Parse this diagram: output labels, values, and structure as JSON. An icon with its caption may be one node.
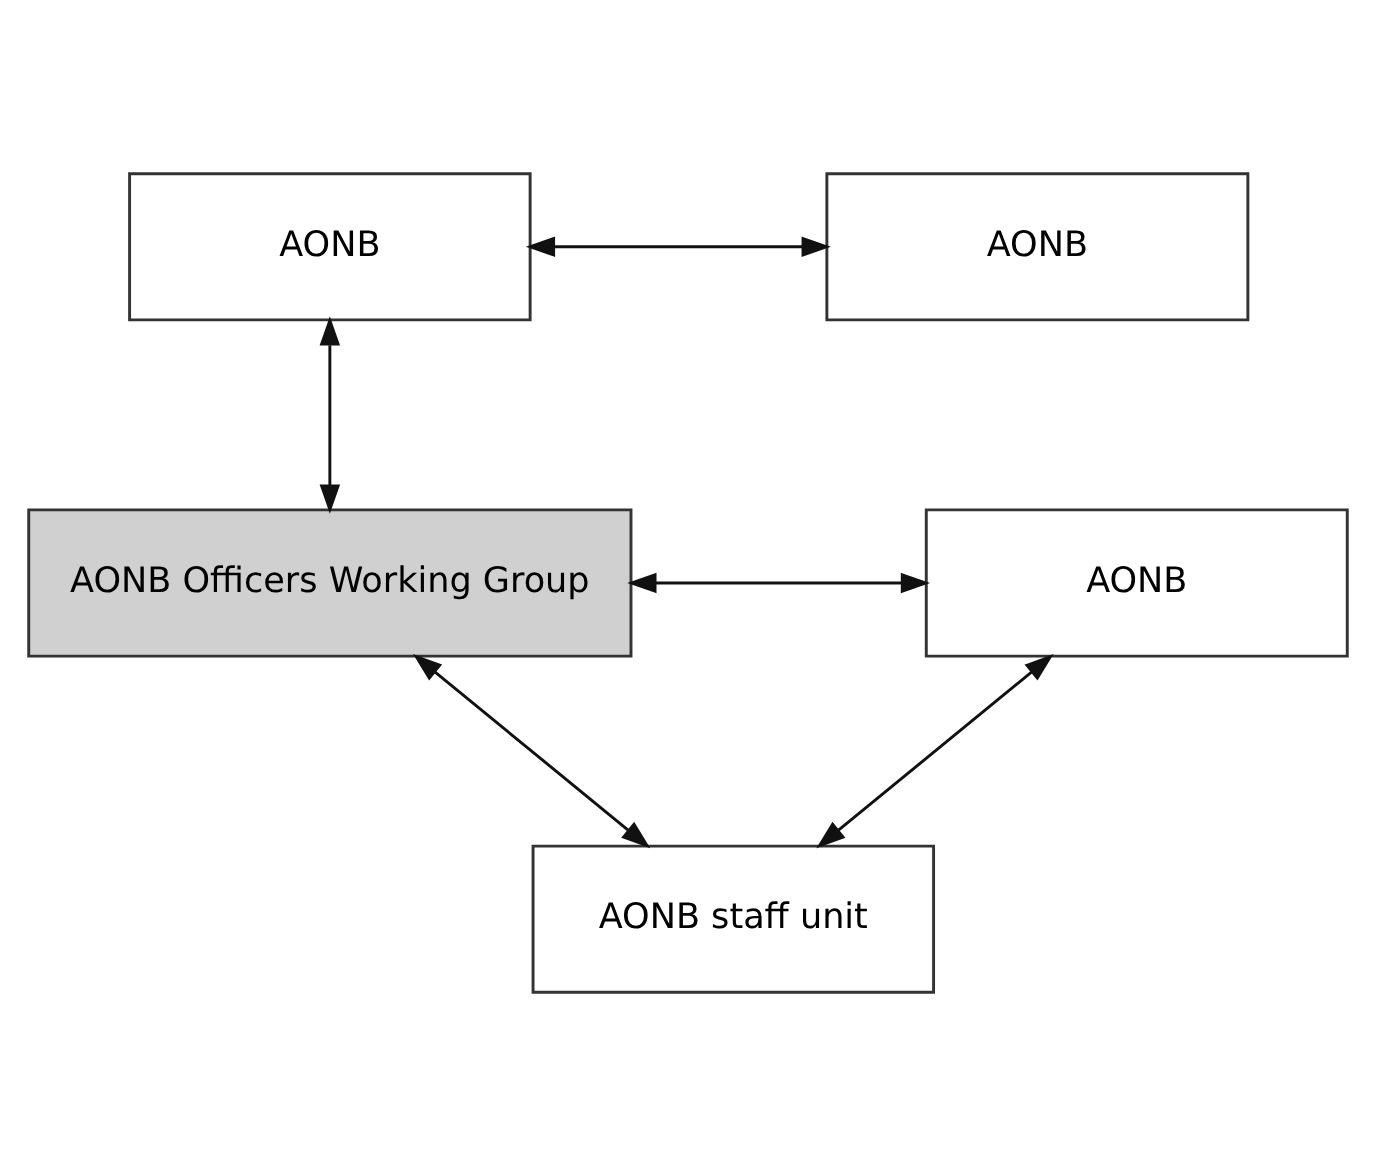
{
  "diagram": {
    "nodes": [
      {
        "text": [
          "AONB"
        ]
      },
      {
        "text": [
          "AONB"
        ]
      },
      {
        "text": [
          "AONB Officers Working Group"
        ]
      },
      {
        "text": [
          "AONB"
        ]
      },
      {
        "text": [
          "AONB staff unit"
        ]
      }
    ],
    "edges": [
      {
        "from": 0,
        "to": 1,
        "arrow": "both"
      },
      {
        "from": 0,
        "to": 2,
        "arrow": "both"
      },
      {
        "from": 2,
        "to": 3,
        "arrow": "both"
      },
      {
        "from": 2,
        "to": 4,
        "arrow": "both"
      },
      {
        "from": 4,
        "to": 3,
        "arrow": "both"
      }
    ]
  }
}
